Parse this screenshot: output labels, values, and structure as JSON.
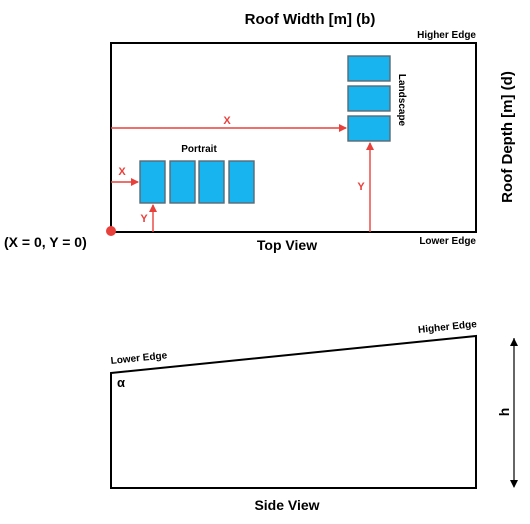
{
  "top_view": {
    "title": "Roof Width [m] (b)",
    "depth_label": "Roof Depth [m] (d)",
    "higher_edge": "Higher Edge",
    "lower_edge": "Lower Edge",
    "caption": "Top View",
    "origin_label": "(X = 0, Y = 0)",
    "portrait_label": "Portrait",
    "landscape_label": "Landscape",
    "portrait_x": "X",
    "portrait_y": "Y",
    "landscape_x": "X",
    "landscape_y": "Y",
    "portrait_panel_count": 4,
    "landscape_panel_count": 3
  },
  "side_view": {
    "higher_edge": "Higher Edge",
    "lower_edge": "Lower Edge",
    "angle_symbol": "α",
    "height_symbol": "h",
    "caption": "Side View"
  },
  "colors": {
    "panel_fill": "#17b4ef",
    "panel_stroke": "#5a6a74",
    "arrow_red": "#e8413c",
    "origin_dot": "#e8413c"
  }
}
